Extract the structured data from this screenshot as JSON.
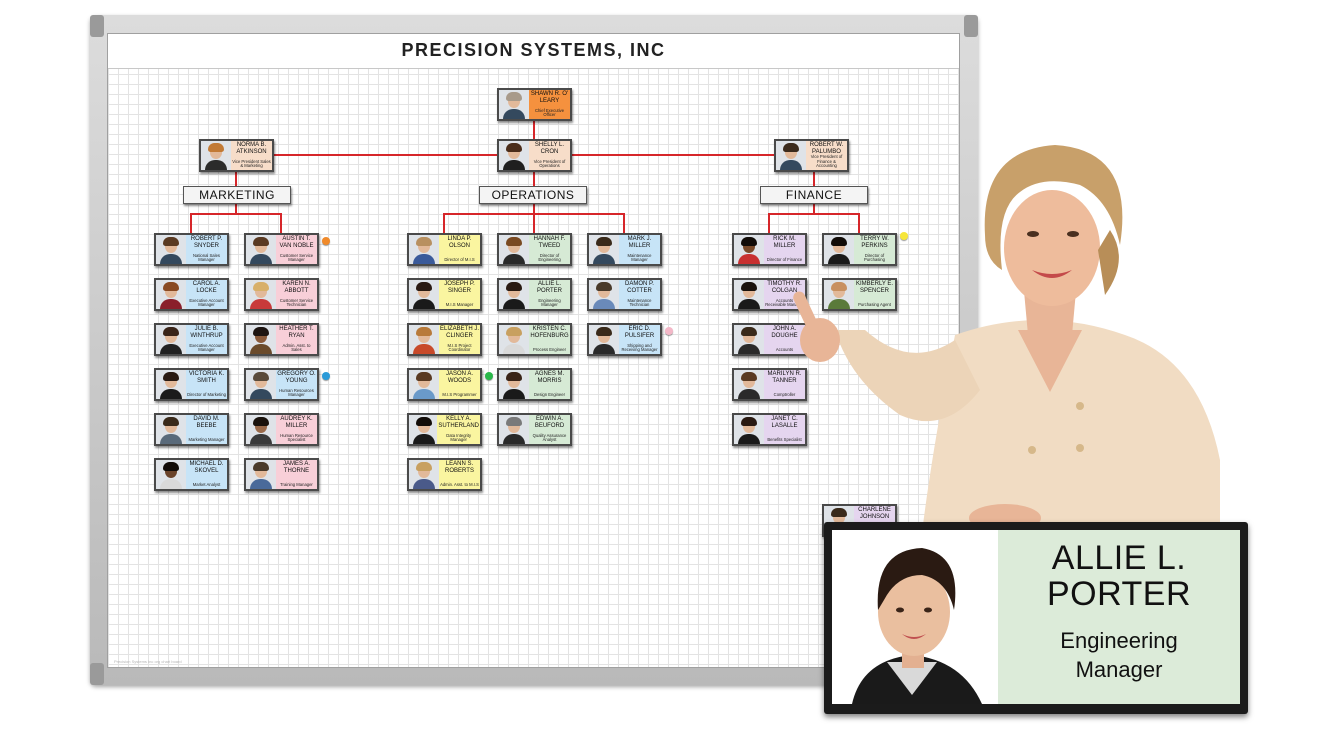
{
  "board": {
    "title": "PRECISION SYSTEMS, INC",
    "footer": "Precision Systems Inc org chart board"
  },
  "departments": {
    "marketing": "MARKETING",
    "operations": "OPERATIONS",
    "finance": "FINANCE"
  },
  "executives": {
    "ceo": {
      "name": "SHAWN R. O' LEARY",
      "title": "Chief Executive Officer"
    },
    "marketing_vp": {
      "name": "NORMA B. ATKINSON",
      "title": "Vice President Sales & Marketing"
    },
    "operations_vp": {
      "name": "SHELLY L. CRON",
      "title": "Vice President of Operations"
    },
    "finance_vp": {
      "name": "ROBERT W. PALUMBO",
      "title": "Vice President of Finance & Accounting"
    }
  },
  "marketing_staff": [
    {
      "name": "ROBERT P. SNYDER",
      "title": "National Sales Manager"
    },
    {
      "name": "AUSTIN T. VAN NOBLE",
      "title": "Customer Service Manager"
    },
    {
      "name": "CAROL A. LOCKE",
      "title": "Executive Account Manager"
    },
    {
      "name": "KAREN N. ABBOTT",
      "title": "Customer Service Technician"
    },
    {
      "name": "JULIE B. WINTHRUP",
      "title": "Executive Account Manager"
    },
    {
      "name": "HEATHER T. RYAN",
      "title": "Admin. Asst. to Sales"
    },
    {
      "name": "VICTORIA K. SMITH",
      "title": "Director of Marketing"
    },
    {
      "name": "GREGORY O. YOUNG",
      "title": "Human Resources Manager"
    },
    {
      "name": "DAVID M. BEEBE",
      "title": "Marketing Manager"
    },
    {
      "name": "AUDREY K. MILLER",
      "title": "Human Resource Specialist"
    },
    {
      "name": "MICHAEL D. SKOVEL",
      "title": "Market Analyst"
    },
    {
      "name": "JAMES A. THORNE",
      "title": "Training Manager"
    }
  ],
  "operations_staff": [
    {
      "name": "LINDA P. OLSON",
      "title": "Director of M.I.S"
    },
    {
      "name": "HANNAH F. TWEED",
      "title": "Director of Engineering"
    },
    {
      "name": "MARK J. MILLER",
      "title": "Maintenance Manager"
    },
    {
      "name": "JOSEPH P. SINGER",
      "title": "M.I.S Manager"
    },
    {
      "name": "ALLIE L. PORTER",
      "title": "Engineering Manager"
    },
    {
      "name": "DAMON P. COTTER",
      "title": "Maintenance Technician"
    },
    {
      "name": "ELIZABETH J. CLINGER",
      "title": "M.I.S Project Coordinator"
    },
    {
      "name": "KRISTEN C. HOFENBURG",
      "title": "Process Engineer"
    },
    {
      "name": "ERIC D. PULSIFER",
      "title": "Shipping and Receiving Manager"
    },
    {
      "name": "JASON A. WOODS",
      "title": "M.I.S Programmer"
    },
    {
      "name": "AGNES M. MORRIS",
      "title": "Design Engineer"
    },
    {
      "name": "KELLY A. SUTHERLAND",
      "title": "Data Integrity Manager"
    },
    {
      "name": "EDWIN A. BEUFORD",
      "title": "Quality Assurance Analyst"
    },
    {
      "name": "LEANN S. ROBERTS",
      "title": "Admin. Asst. to M.I.S"
    }
  ],
  "finance_staff": [
    {
      "name": "RICK M. MILLER",
      "title": "Director of Finance"
    },
    {
      "name": "TERRY W. PERKINS",
      "title": "Director of Purchasing"
    },
    {
      "name": "TIMOTHY R. COLGAN",
      "title": "Accounts Receivable Manager"
    },
    {
      "name": "KIMBERLY E. SPENCER",
      "title": "Purchasing Agent"
    },
    {
      "name": "JOHN A. DOUGHE",
      "title": "Accounts"
    },
    {
      "name": "MARILYN R. TANNER",
      "title": "Comptroller"
    },
    {
      "name": "JANET C. LASALLE",
      "title": "Benefits Specialist"
    },
    {
      "name": "CHARLENE JOHNSON",
      "title": ""
    }
  ],
  "name_plate": {
    "name_line1": "ALLIE L.",
    "name_line2": "PORTER",
    "title_line1": "Engineering",
    "title_line2": "Manager"
  },
  "colors": {
    "connector": "#d6262a",
    "ceo_card": "#f5913e",
    "vp_card": "#f7ddc9",
    "marketing_blue": "#c7e4f7",
    "marketing_pink": "#f8cfd8",
    "operations_yellow": "#faf5a0",
    "operations_green": "#d6ead5",
    "finance_lilac": "#e5d5ef",
    "plate_text_bg": "#dcebd9"
  }
}
